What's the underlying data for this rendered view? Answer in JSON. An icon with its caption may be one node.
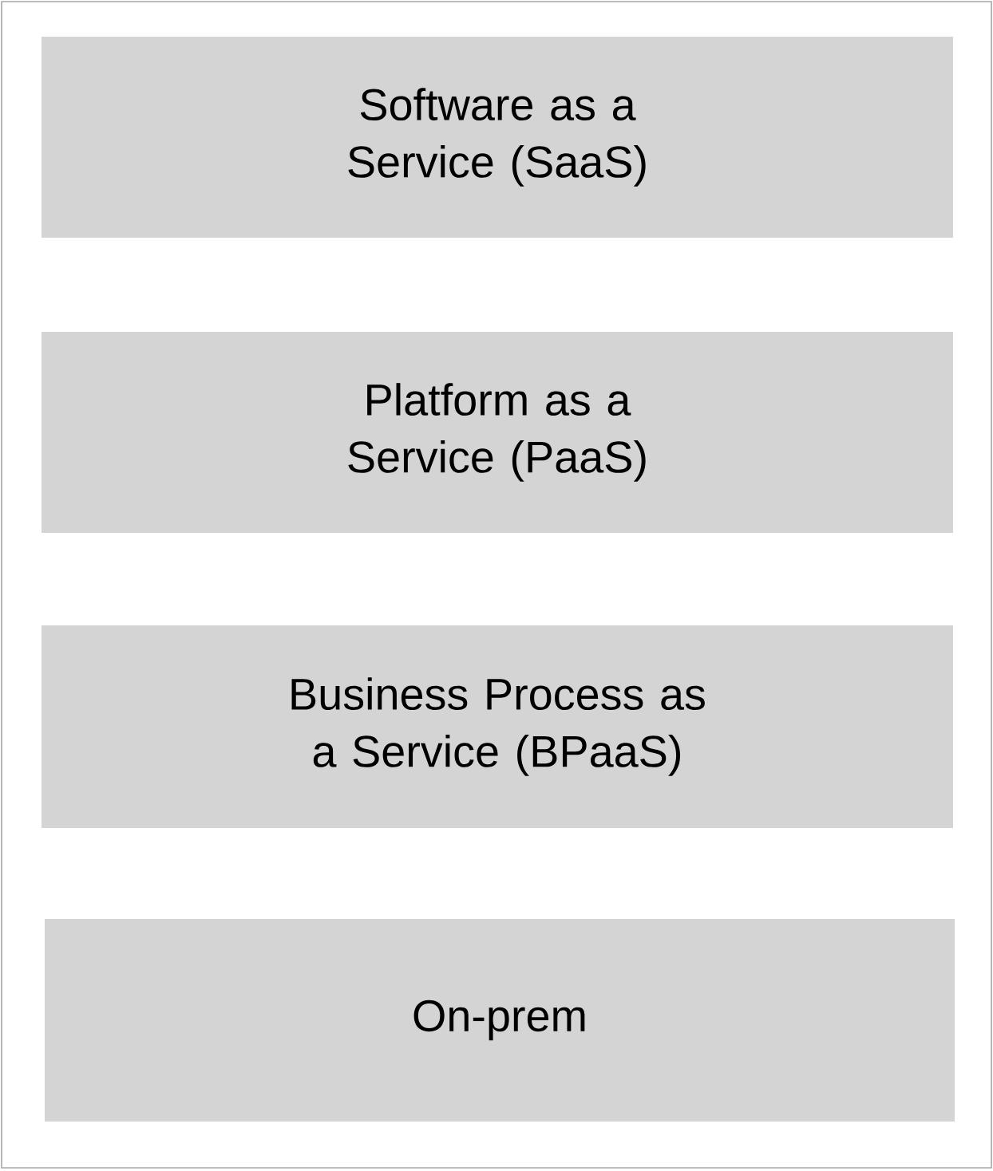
{
  "diagram": {
    "nodes": [
      {
        "text": [
          "Software as a Service (SaaS)"
        ]
      },
      {
        "text": [
          "Platform as a Service (PaaS)"
        ]
      },
      {
        "text": [
          "Business Process as a Service (BPaaS)"
        ]
      },
      {
        "text": [
          "On-prem"
        ]
      }
    ]
  }
}
